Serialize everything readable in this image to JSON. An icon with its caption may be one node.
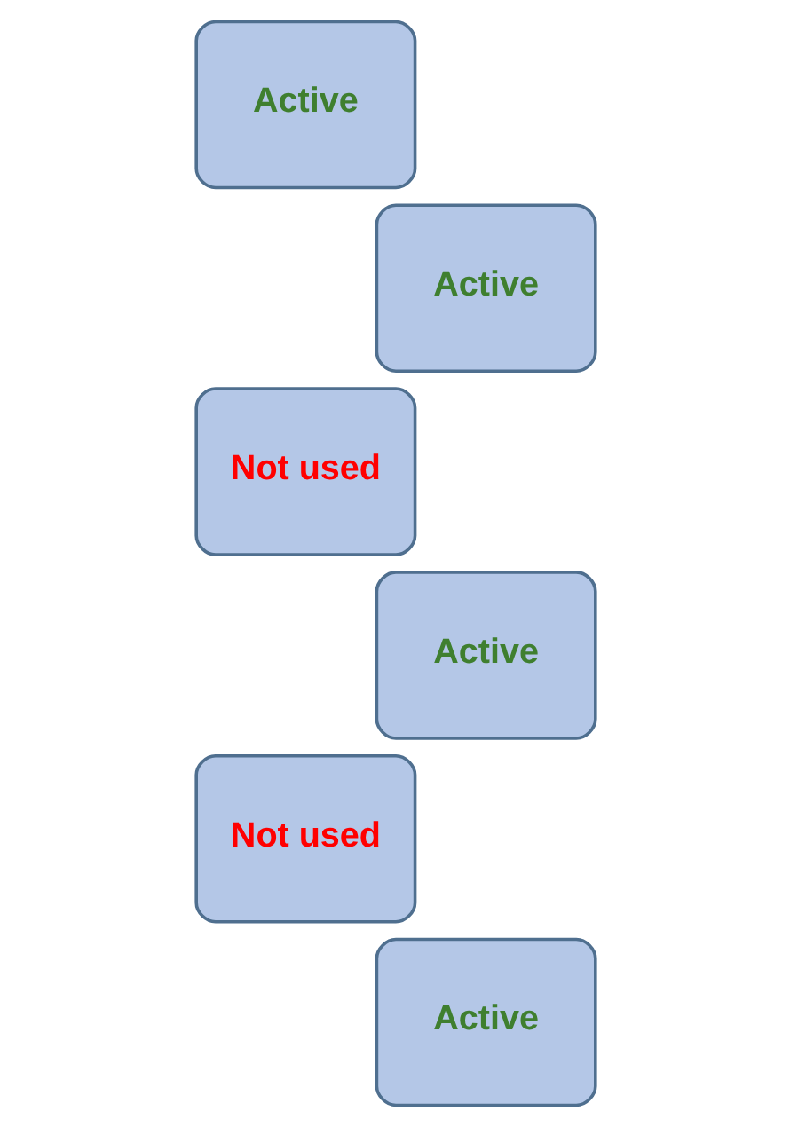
{
  "diagram": {
    "nodes": [
      {
        "text": [
          "Active"
        ]
      },
      {
        "text": [
          "Active"
        ]
      },
      {
        "text": [
          "Not used"
        ]
      },
      {
        "text": [
          "Active"
        ]
      },
      {
        "text": [
          "Not used"
        ]
      },
      {
        "text": [
          "Active"
        ]
      }
    ]
  }
}
